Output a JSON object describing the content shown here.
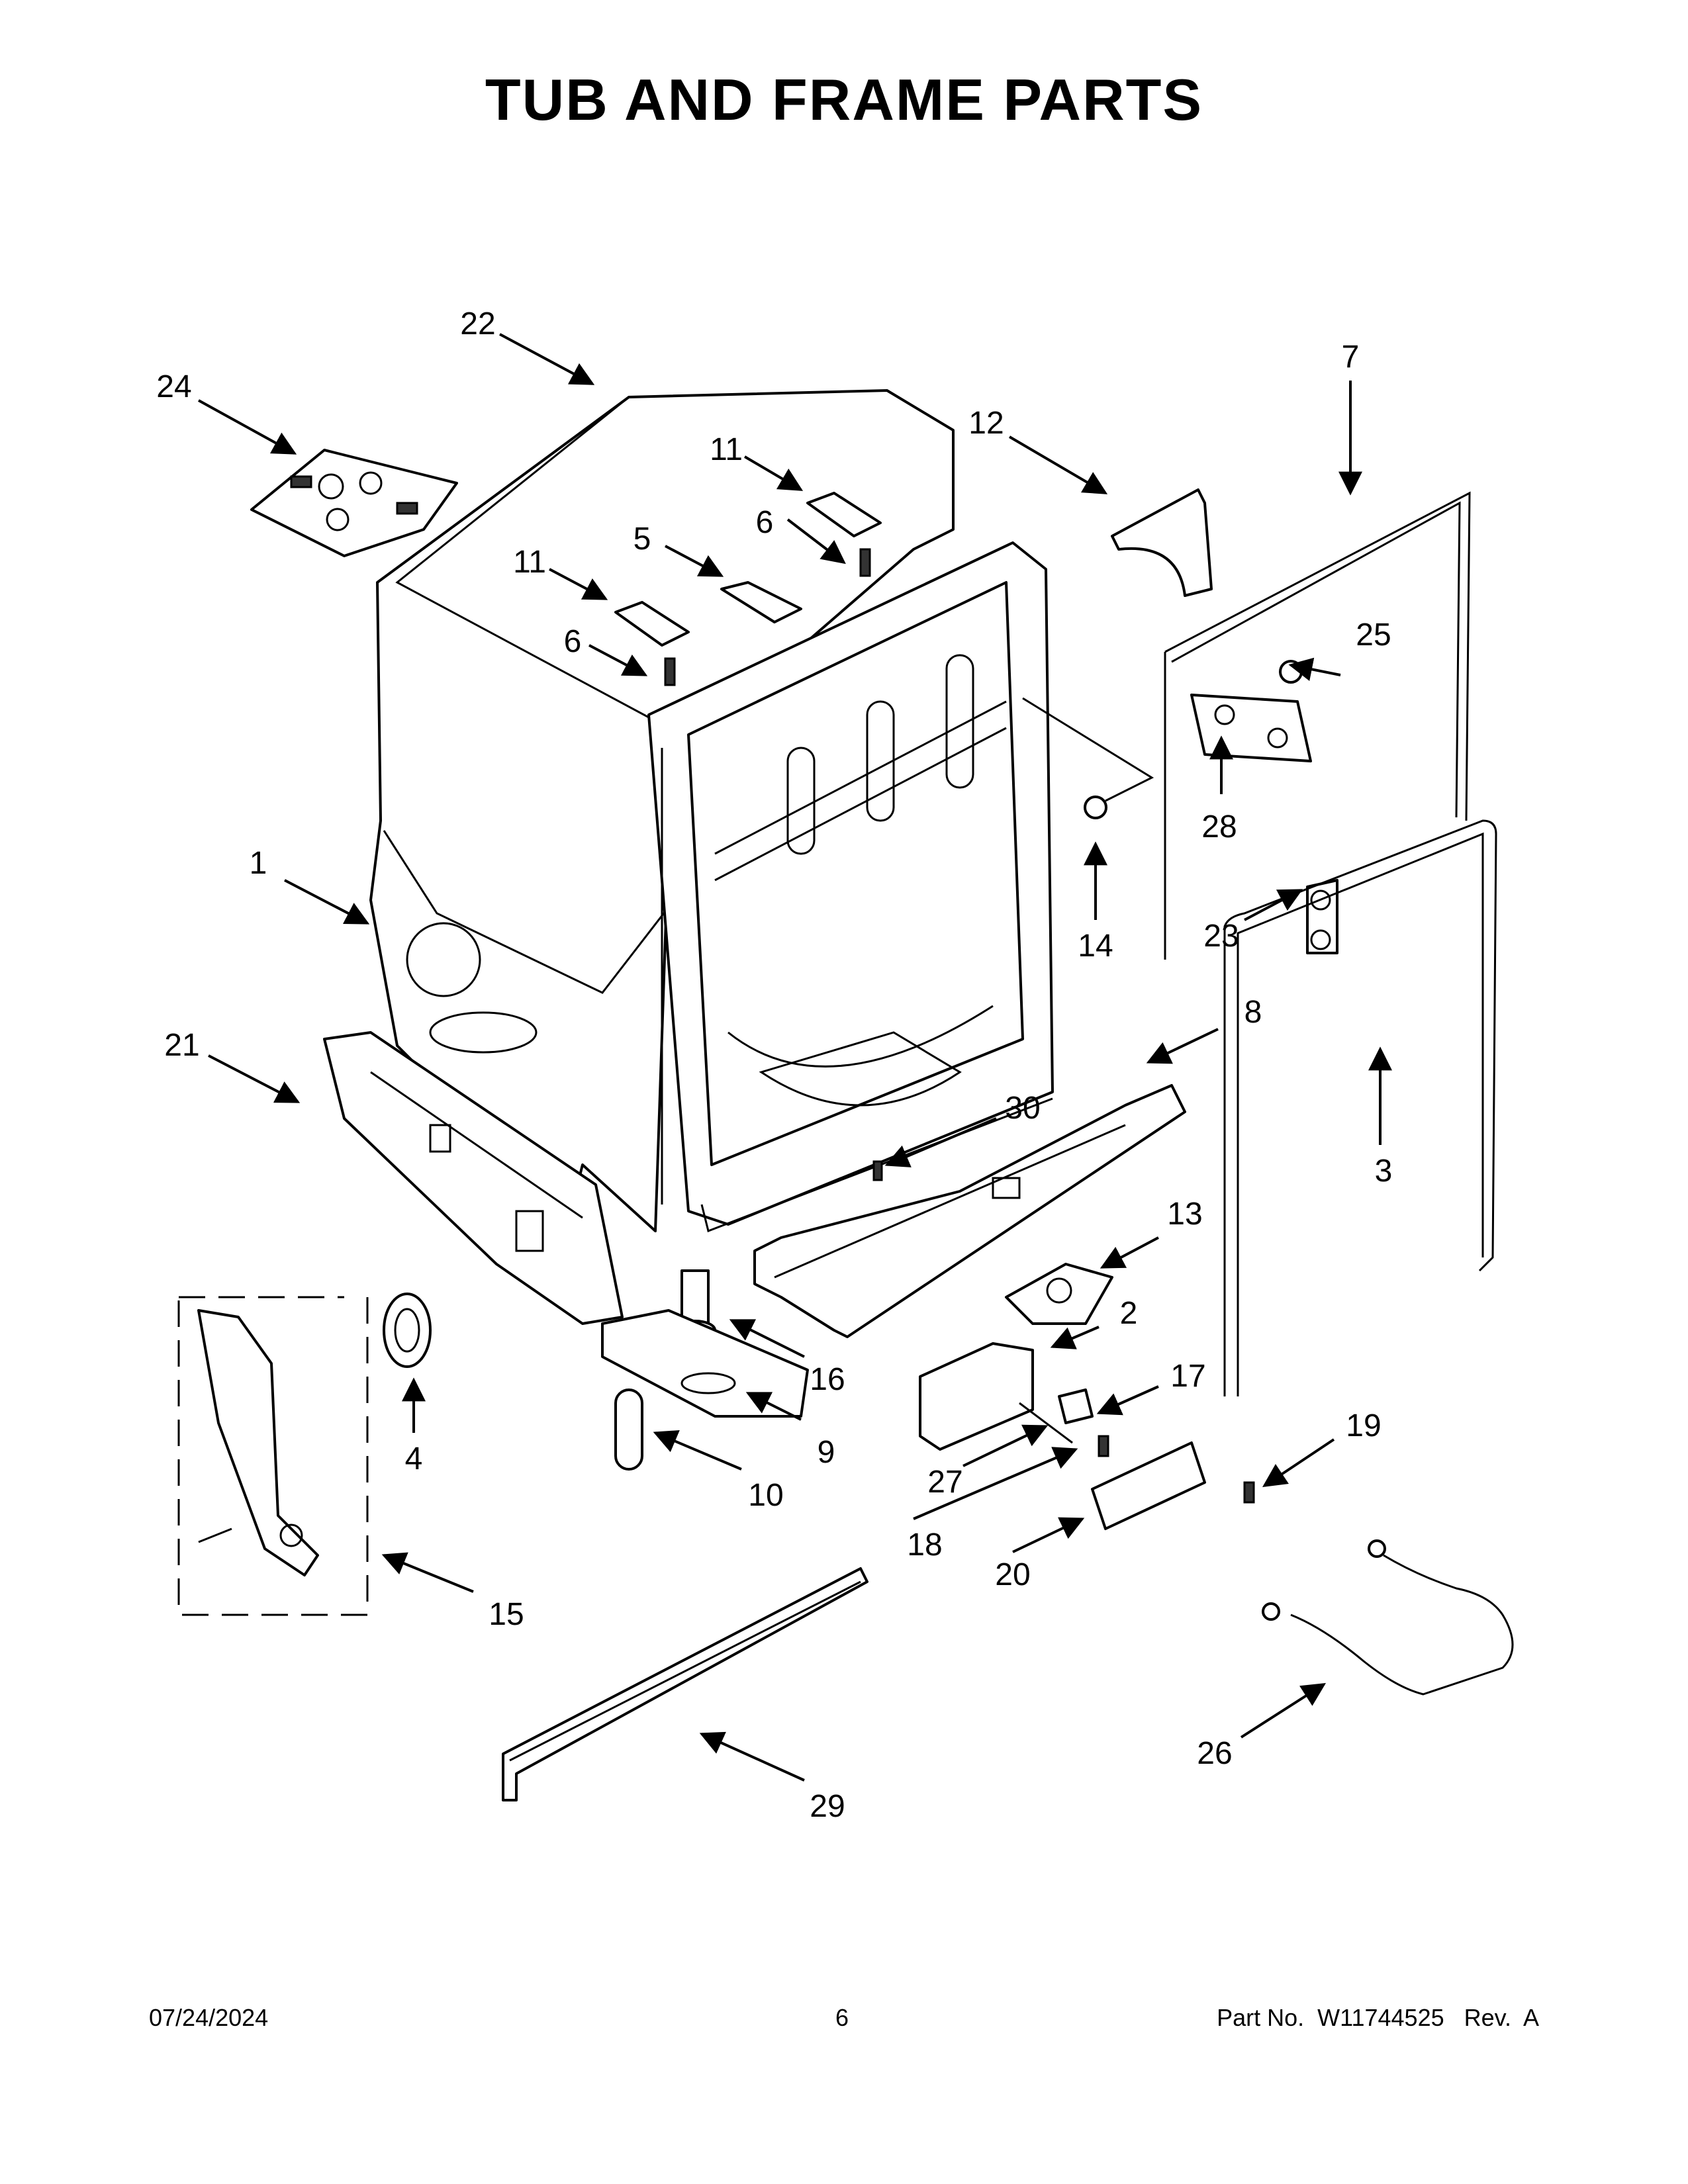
{
  "page": {
    "title": "TUB AND FRAME PARTS",
    "footer": {
      "date": "07/24/2024",
      "page_number": "6",
      "part_number": "Part No.  W11744525   Rev.  A"
    }
  },
  "callouts": [
    "1",
    "2",
    "3",
    "4",
    "5",
    "6",
    "6",
    "7",
    "8",
    "9",
    "10",
    "11",
    "11",
    "12",
    "13",
    "14",
    "15",
    "16",
    "17",
    "18",
    "19",
    "20",
    "21",
    "22",
    "23",
    "24",
    "25",
    "26",
    "27",
    "28",
    "29",
    "30"
  ]
}
